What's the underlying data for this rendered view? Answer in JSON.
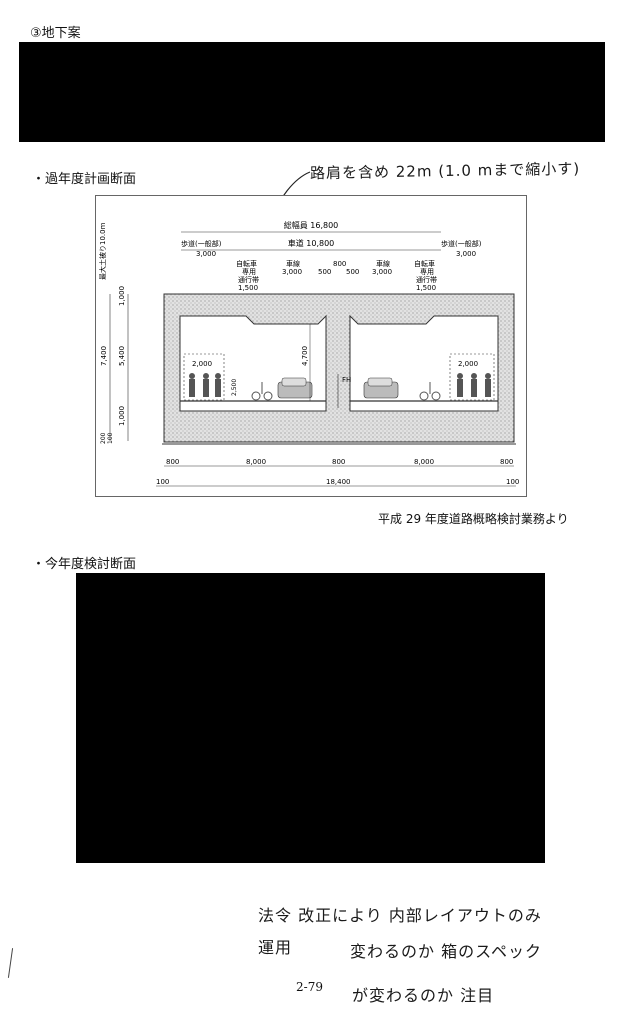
{
  "page": {
    "section_heading": "③地下案",
    "past_section_label": "・過年度計画断面",
    "current_section_label": "・今年度検討断面",
    "source_caption": "平成 29 年度道路概略検討業務より",
    "page_number": "2-79"
  },
  "handwritten": {
    "top_note": "路肩を含め 22m (1.0 mまで縮小す)",
    "bottom_line1": "法令 改正により 内部レイアウトのみ",
    "bottom_line2_prefix": "運用",
    "bottom_line2": "変わるのか  箱のスペック",
    "bottom_line3": "が変わるのか  注目"
  },
  "diagram": {
    "total_width_label": "総幅員 16,800",
    "roadway_label": "車道 10,800",
    "sidewalk_left_label": "歩道(一般部)",
    "sidewalk_left_value": "3,000",
    "sidewalk_right_label": "歩道(一般部)",
    "sidewalk_right_value": "3,000",
    "bike_left_label": "自転車",
    "bike_left_sub1": "専用",
    "bike_left_sub2": "通行帯",
    "bike_left_value": "1,500",
    "bike_right_label": "自転車",
    "bike_right_sub1": "専用",
    "bike_right_sub2": "通行帯",
    "bike_right_value": "1,500",
    "lane_left_label": "車線",
    "lane_left_value": "3,000",
    "lane_right_label": "車線",
    "lane_right_value": "3,000",
    "median_value": "800",
    "shoulder_left_value": "500",
    "shoulder_right_value": "500",
    "overburden_label": "最大土被り10.0m",
    "dim_top": "1,000",
    "dim_mid": "5,400",
    "dim_total": "7,400",
    "dim_bottom": "1,000",
    "dim_base": "200",
    "dim_base2": "100",
    "inner_height": "4,700",
    "walk_height_left": "2,000",
    "walk_height_right": "2,000",
    "small_height": "2,500",
    "fh_label": "FH",
    "bottom_left_wall": "800",
    "bottom_left_cell": "8,000",
    "bottom_center_wall": "800",
    "bottom_right_cell": "8,000",
    "bottom_right_wall": "800",
    "bottom_total": "18,400",
    "bottom_left_edge": "100",
    "bottom_right_edge": "100"
  }
}
